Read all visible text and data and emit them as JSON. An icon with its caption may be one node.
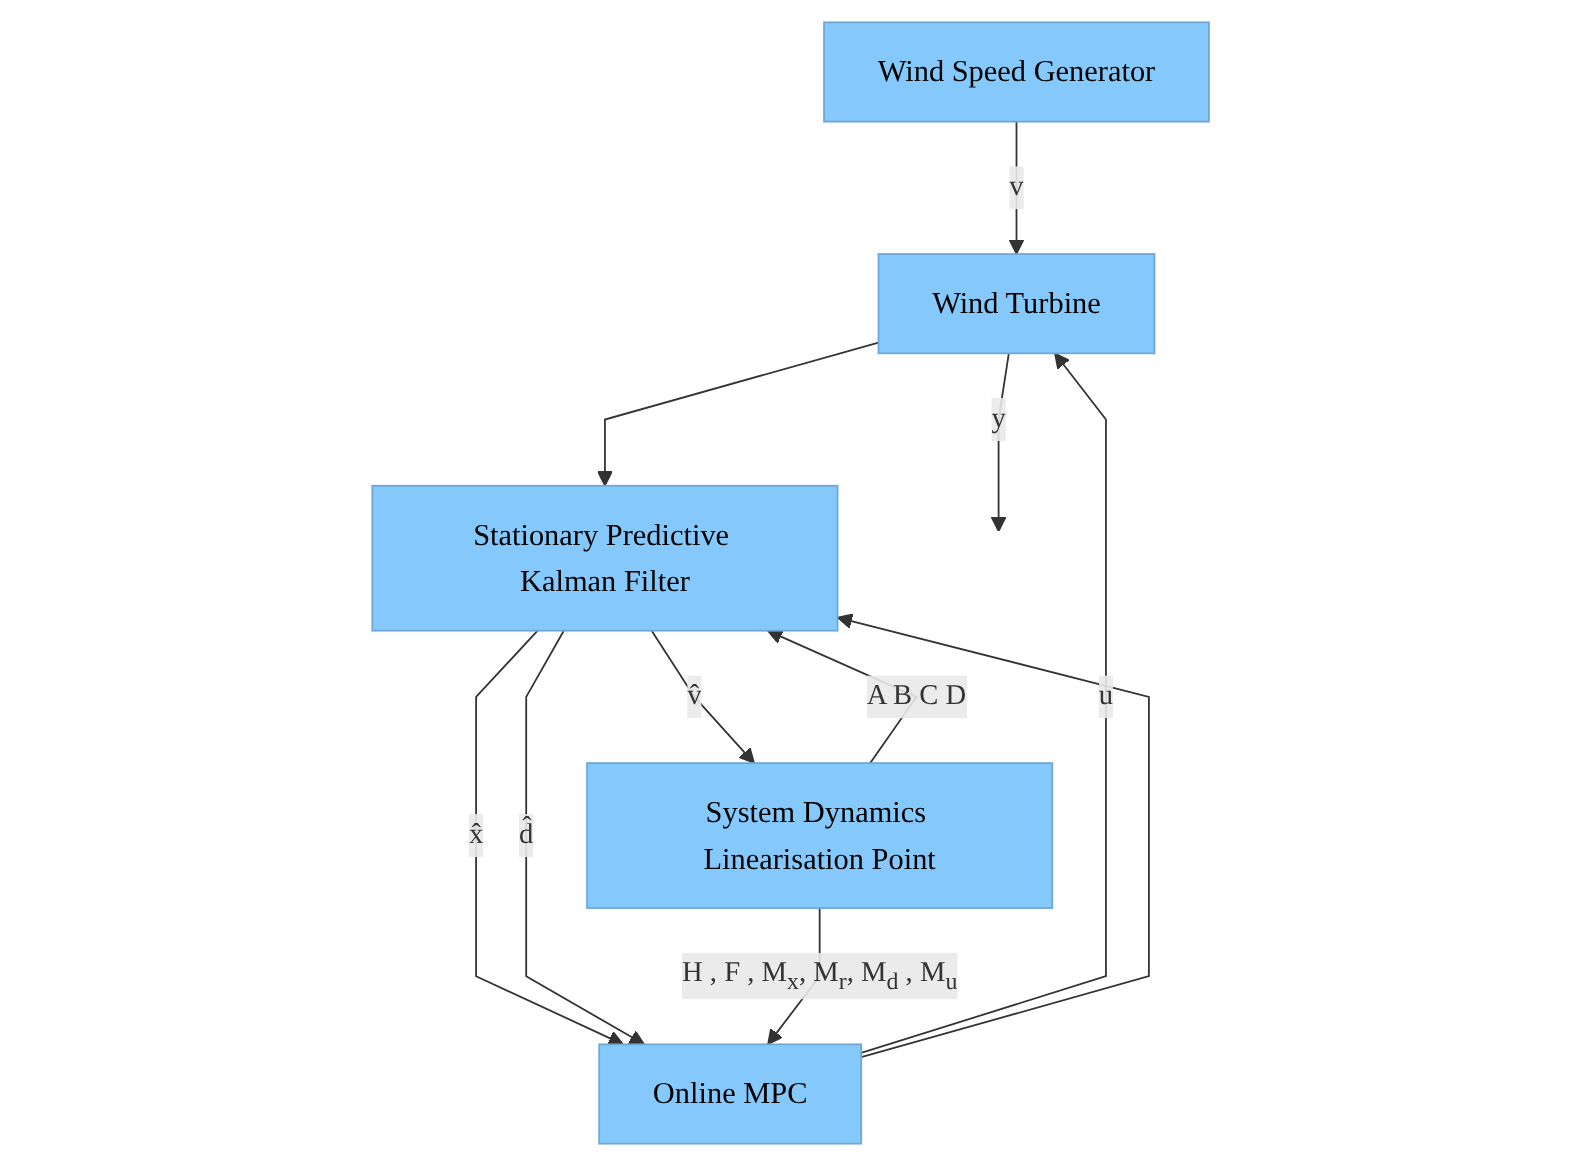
{
  "diagram": {
    "nodes": [
      {
        "text": [
          "Wind Speed Generator"
        ]
      },
      {
        "text": [
          "Online MPC"
        ]
      },
      {
        "text": [
          "Wind Turbine"
        ]
      },
      {
        "text": [
          "Stationary Predictive Kalman Filter"
        ]
      },
      {
        "text": [
          "System Dynamics Linearisation Point"
        ]
      }
    ],
    "edges": [
      {
        "from": 0,
        "to": 2,
        "arrow": "to",
        "label": "v"
      },
      {
        "from": 1,
        "to": 2,
        "arrow": "to",
        "label": "u"
      },
      {
        "from": 1,
        "to": 3,
        "arrow": "to"
      },
      {
        "from": 2,
        "to": null,
        "arrow": "to",
        "label": "y"
      },
      {
        "from": 2,
        "to": 3,
        "arrow": "to"
      },
      {
        "from": 3,
        "to": 1,
        "arrow": "to",
        "label": "x̂"
      },
      {
        "from": 3,
        "to": 1,
        "arrow": "to",
        "label": "d̂"
      },
      {
        "from": 3,
        "to": 4,
        "arrow": "to",
        "label": "v̂"
      },
      {
        "from": 4,
        "to": 3,
        "arrow": "to",
        "label": "A B C D"
      },
      {
        "from": 4,
        "to": 1,
        "arrow": "to",
        "label": "H , F , M$_{x}$, M$_{r}$, M$_{d}$ , M$_{u}$"
      }
    ]
  }
}
